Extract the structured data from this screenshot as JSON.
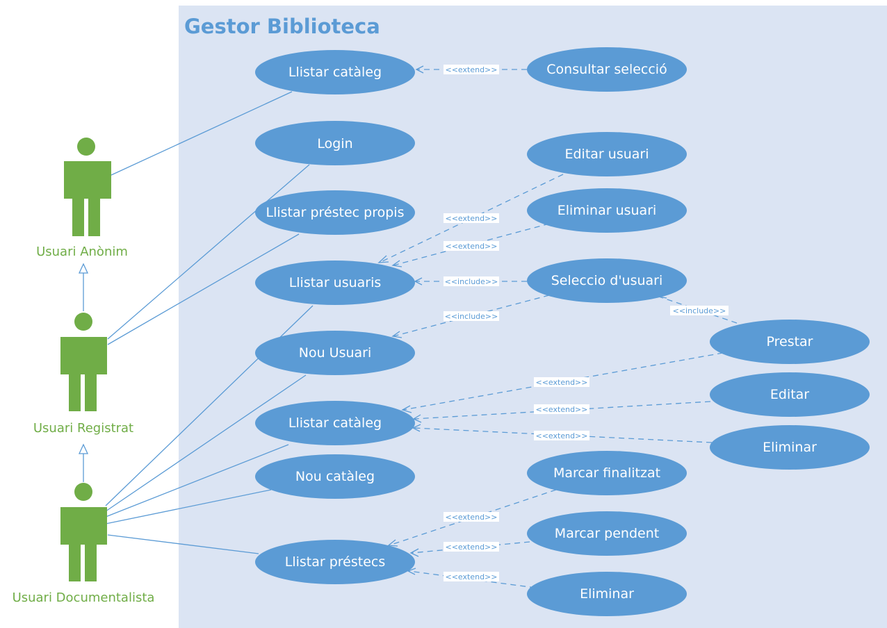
{
  "system": {
    "title": "Gestor Biblioteca"
  },
  "actors": {
    "anonim": "Usuari Anònim",
    "registrat": "Usuari Registrat",
    "documentalista": "Usuari Documentalista"
  },
  "use_cases": {
    "llistar_cataleg_1": "Llistar catàleg",
    "consultar_seleccio": "Consultar selecció",
    "login": "Login",
    "editar_usuari": "Editar usuari",
    "llistar_prestec_propis": "Llistar préstec propis",
    "eliminar_usuari": "Eliminar usuari",
    "llistar_usuaris": "Llistar usuaris",
    "seleccio_usuari": "Seleccio d'usuari",
    "nou_usuari": "Nou Usuari",
    "prestar": "Prestar",
    "llistar_cataleg_2": "Llistar catàleg",
    "editar": "Editar",
    "eliminar_1": "Eliminar",
    "nou_cataleg": "Nou catàleg",
    "marcar_finalitzat": "Marcar finalitzat",
    "marcar_pendent": "Marcar pendent",
    "llistar_prestecs": "Llistar préstecs",
    "eliminar_2": "Eliminar"
  },
  "stereotypes": {
    "extend": "<<extend>>",
    "include": "<<include>>"
  },
  "colors": {
    "system_bg": "#dbe4f3",
    "use_case": "#5b9bd5",
    "actor": "#70ad47"
  }
}
